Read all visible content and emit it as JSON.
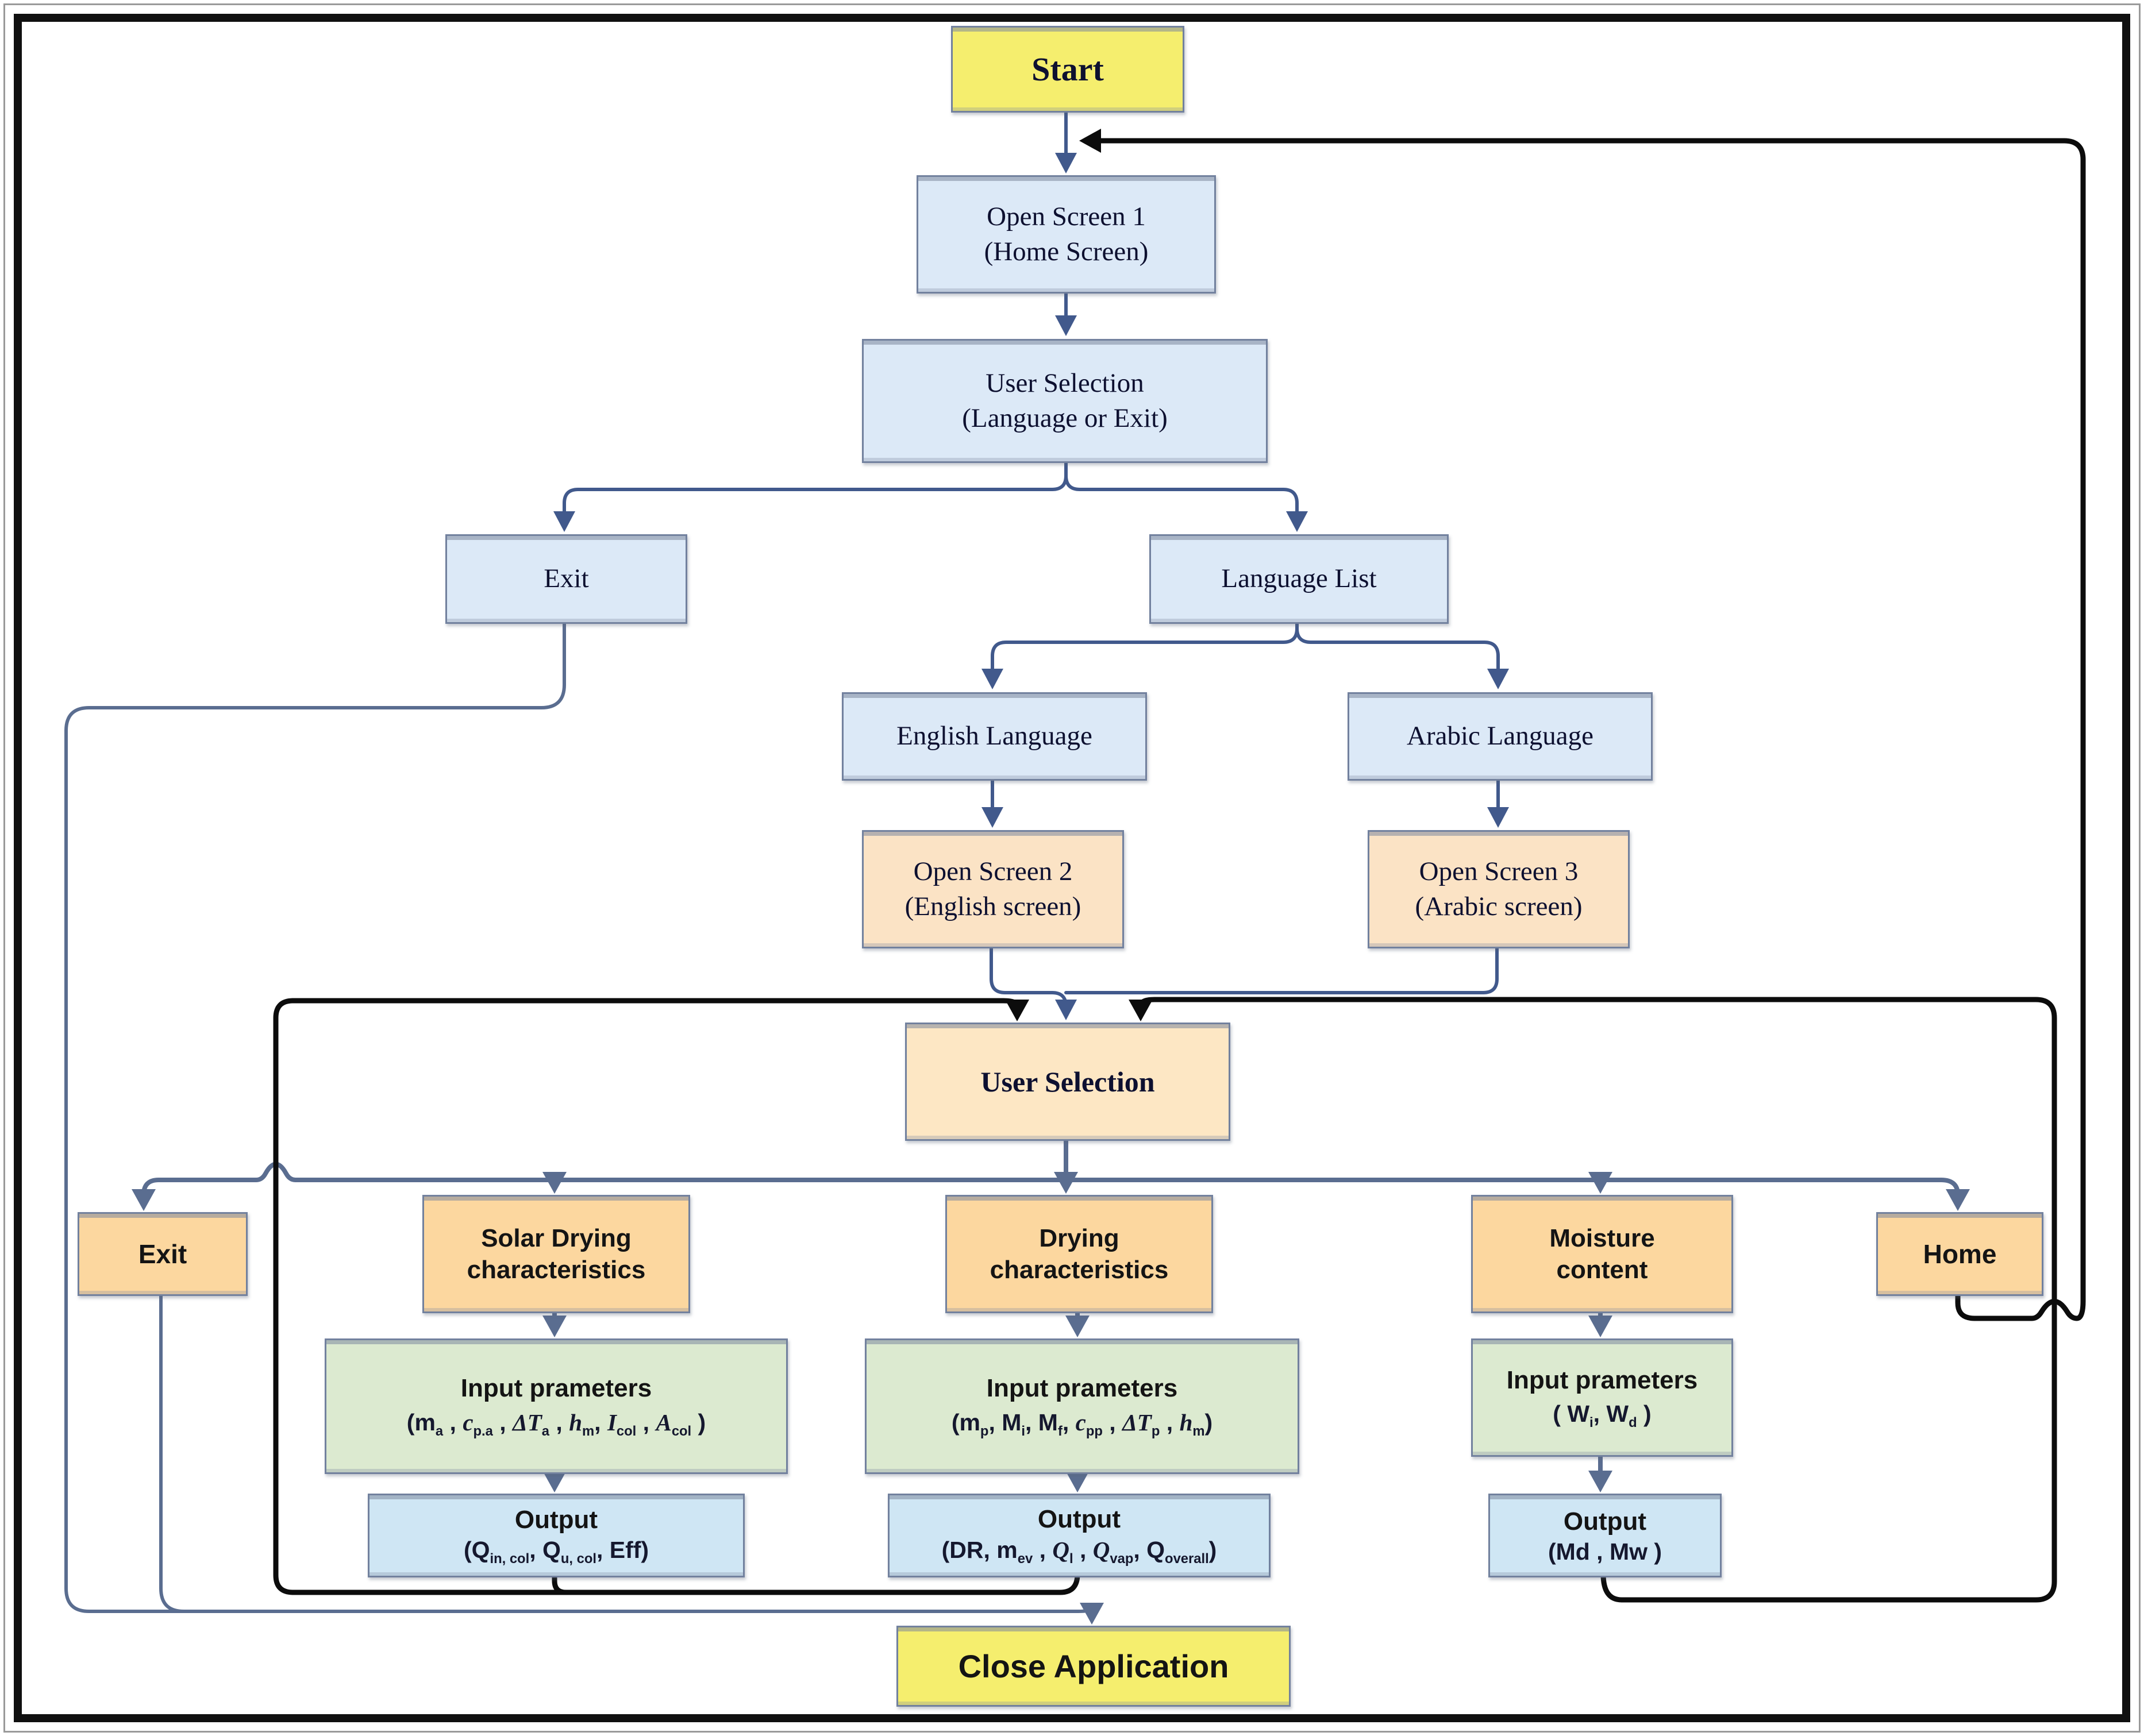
{
  "figure": {
    "type": "flowchart",
    "description": "Application flow diagram: solar drying calculator app with language selection, three calculation modules, and exit/home loops"
  },
  "palette": {
    "terminator_yellow": "#f5ee6e",
    "process_blue": "#dce9f7",
    "screen_peach": "#fbe3c5",
    "menu_orange": "#fcd79f",
    "user_selection_peach": "#fde7c4",
    "input_green": "#dcead0",
    "output_blue": "#cfe6f4",
    "flow_arrow": "#41598c",
    "splitter_gray_blue": "#5a6d90",
    "loop_black": "#0c0c0c",
    "border_slate": "#72819e"
  },
  "nodes": {
    "start": {
      "label": "Start"
    },
    "open_screen_1": {
      "line1": "Open Screen 1",
      "line2": "(Home Screen)"
    },
    "user_selection_1": {
      "line1": "User Selection",
      "line2": "(Language or Exit)"
    },
    "exit_1": {
      "label": "Exit"
    },
    "language_list": {
      "label": "Language List"
    },
    "english_language": {
      "label": "English Language"
    },
    "arabic_language": {
      "label": "Arabic Language"
    },
    "open_screen_2": {
      "line1": "Open Screen 2",
      "line2": "(English screen)"
    },
    "open_screen_3": {
      "line1": "Open Screen 3",
      "line2": "(Arabic screen)"
    },
    "user_selection_2": {
      "label": "User Selection"
    },
    "exit_2": {
      "label": "Exit"
    },
    "solar_drying": {
      "line1": "Solar Drying",
      "line2": "characteristics"
    },
    "drying": {
      "line1": "Drying",
      "line2": "characteristics"
    },
    "moisture": {
      "line1": "Moisture",
      "line2": "content"
    },
    "home": {
      "label": "Home"
    },
    "input_solar": {
      "line1": "Input prameters",
      "formula": "(m<sub>a</sub> , <i>c</i><sub>p.a</sub> , <i>ΔT</i><sub>a</sub> , <i>h</i><sub>m</sub>, <i>I</i><sub>col</sub> , <i>A</i><sub>col</sub> )"
    },
    "input_drying": {
      "line1": "Input prameters",
      "formula": "(m<sub>p</sub>, M<sub>i</sub>, M<sub>f</sub>, <i>c</i><sub>pp</sub> , <i>ΔT</i><sub>p</sub> , <i>h</i><sub>m</sub>)"
    },
    "input_moisture": {
      "line1": "Input prameters",
      "formula": "( W<sub>i</sub>, W<sub>d</sub> )"
    },
    "output_solar": {
      "line1": "Output",
      "formula": "(Q<sub>in, col</sub>, Q<sub>u, col</sub>, Eff)"
    },
    "output_drying": {
      "line1": "Output",
      "formula": "(DR, m<sub>ev</sub> , <i>Q</i><sub>l</sub> , <i>Q</i><sub>vap</sub>, Q<sub>overall</sub>)"
    },
    "output_moisture": {
      "line1": "Output",
      "formula": "(Md , Mw )"
    },
    "close_application": {
      "label": "Close Application"
    }
  }
}
